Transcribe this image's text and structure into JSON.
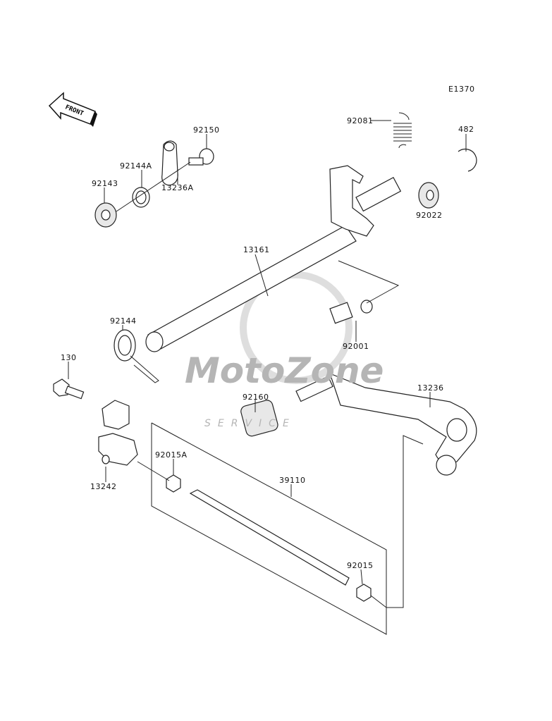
{
  "diagram_code": "E1370",
  "front_arrow": "FRONT",
  "watermark": {
    "brand": "MotoZone",
    "sub": "SERVICE"
  },
  "parts": {
    "p92081": "92081",
    "p482": "482",
    "p92150": "92150",
    "p92144A": "92144A",
    "p92143": "92143",
    "p13236A": "13236A",
    "p92022": "92022",
    "p13161": "13161",
    "p92144": "92144",
    "p92001": "92001",
    "p130": "130",
    "p92160": "92160",
    "p13236": "13236",
    "p92015A": "92015A",
    "p13242": "13242",
    "p39110": "39110",
    "p92015": "92015"
  }
}
